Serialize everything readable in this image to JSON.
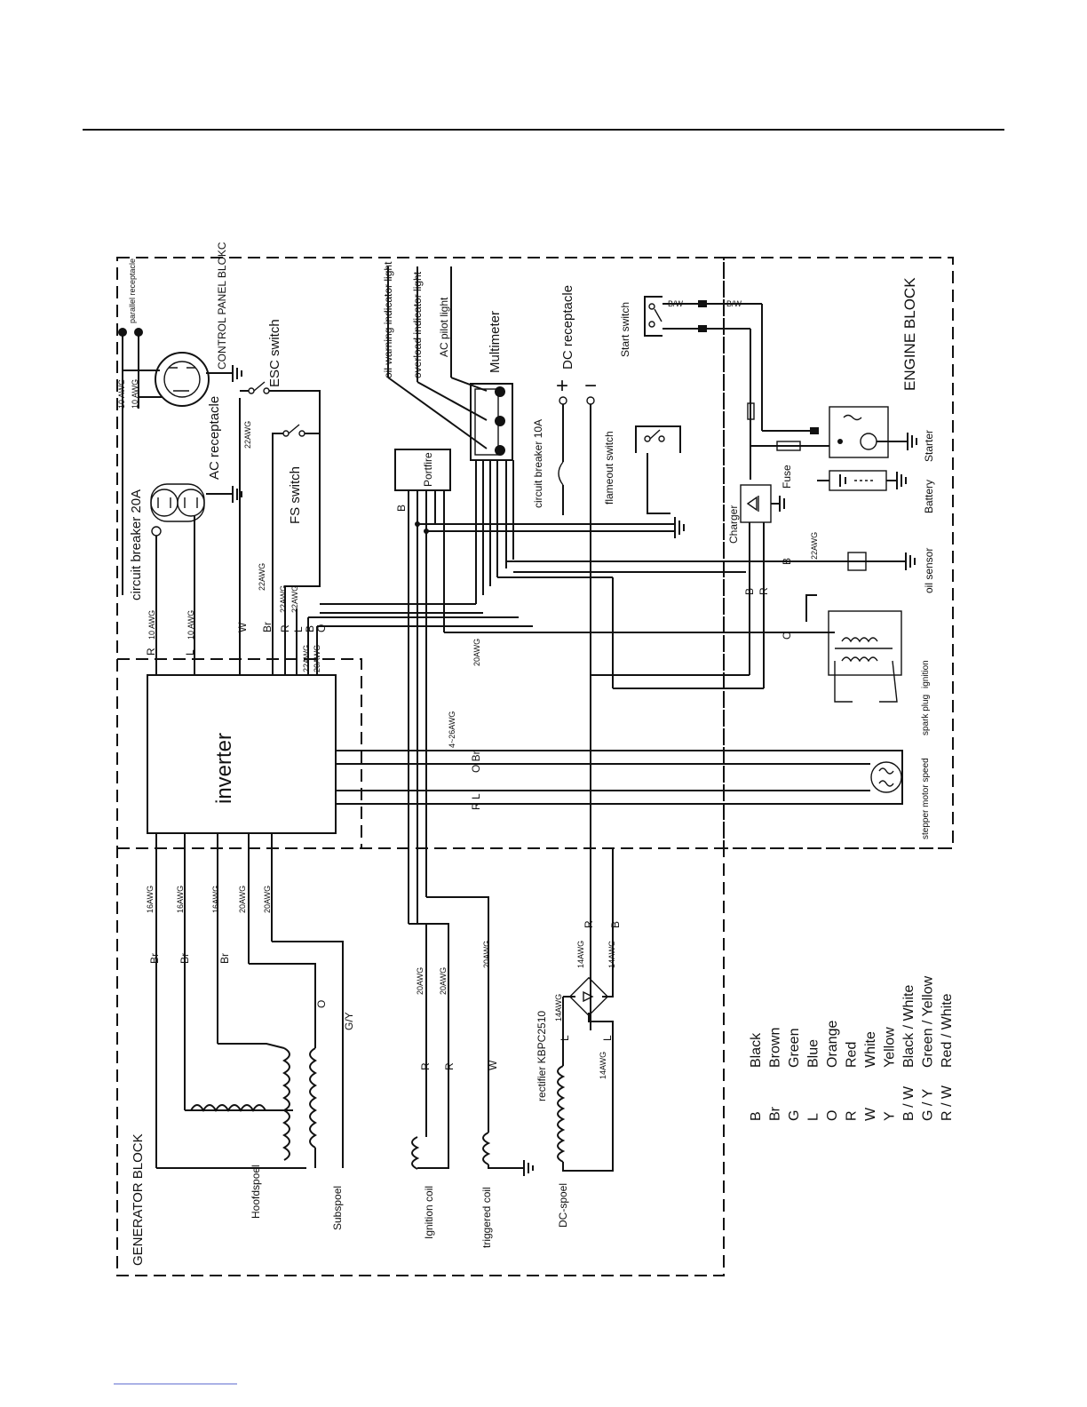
{
  "blocks": {
    "control_panel": "CONTROL PANEL BLOKC",
    "engine": "ENGINE BLOCK",
    "generator": "GENERATOR BLOCK"
  },
  "components": {
    "parallel_receptacle": "parallel receptacle",
    "esc_switch": "ESC switch",
    "ac_receptacle": "AC receptacle",
    "fs_switch": "FS switch",
    "circuit_breaker_20a": "circuit breaker 20A",
    "oil_warning_light": "oil warning indicator light",
    "overload_light": "overload indicator light",
    "ac_pilot_light": "AC pilot light",
    "multimeter": "Multimeter",
    "dc_receptacle": "DC receptacle",
    "dc_plus": "+",
    "dc_minus": "−",
    "portfire": "Portfire",
    "circuit_breaker_10a": "circuit breaker 10A",
    "flameout_switch": "flameout switch",
    "start_switch": "Start  switch",
    "charger": "Charger",
    "fuse": "Fuse",
    "starter": "Starter",
    "battery": "Battery",
    "oil_sensor": "oil sensor",
    "ignition": "ignition",
    "spark_plug": "spark plug",
    "inverter": "inverter",
    "stepper_motor": "stepper motor speed",
    "hoofdspoel": "Hoofdspoel",
    "subspoel": "Subspoel",
    "ignition_coil": "Ignition coil",
    "triggered_coil": "triggered coil",
    "dc_spoel": "DC-spoel",
    "rectifier": "rectifier  KBPC2510"
  },
  "wire_labels": {
    "R": "R",
    "L": "L",
    "W": "W",
    "Br": "Br",
    "B": "B",
    "O": "O",
    "GY": "G/Y",
    "BW": "B/W",
    "O_Br": "O  Br",
    "R_L": "R  L",
    "B_R": "B    R"
  },
  "gauges": {
    "a10": "10 AWG",
    "a22": "22AWG",
    "a20": "20AWG",
    "a16": "16AWG",
    "a14": "14AWG",
    "a4_26": "4~26AWG"
  },
  "legend": [
    {
      "code": "B",
      "name": "Black"
    },
    {
      "code": "Br",
      "name": "Brown"
    },
    {
      "code": "G",
      "name": "Green"
    },
    {
      "code": "L",
      "name": "Blue"
    },
    {
      "code": "O",
      "name": "Orange"
    },
    {
      "code": "R",
      "name": "Red"
    },
    {
      "code": "W",
      "name": "White"
    },
    {
      "code": "Y",
      "name": "Yellow"
    },
    {
      "code": "B / W",
      "name": "Black / White"
    },
    {
      "code": "G / Y",
      "name": "Green / Yellow"
    },
    {
      "code": "R / W",
      "name": "Red / White"
    }
  ]
}
